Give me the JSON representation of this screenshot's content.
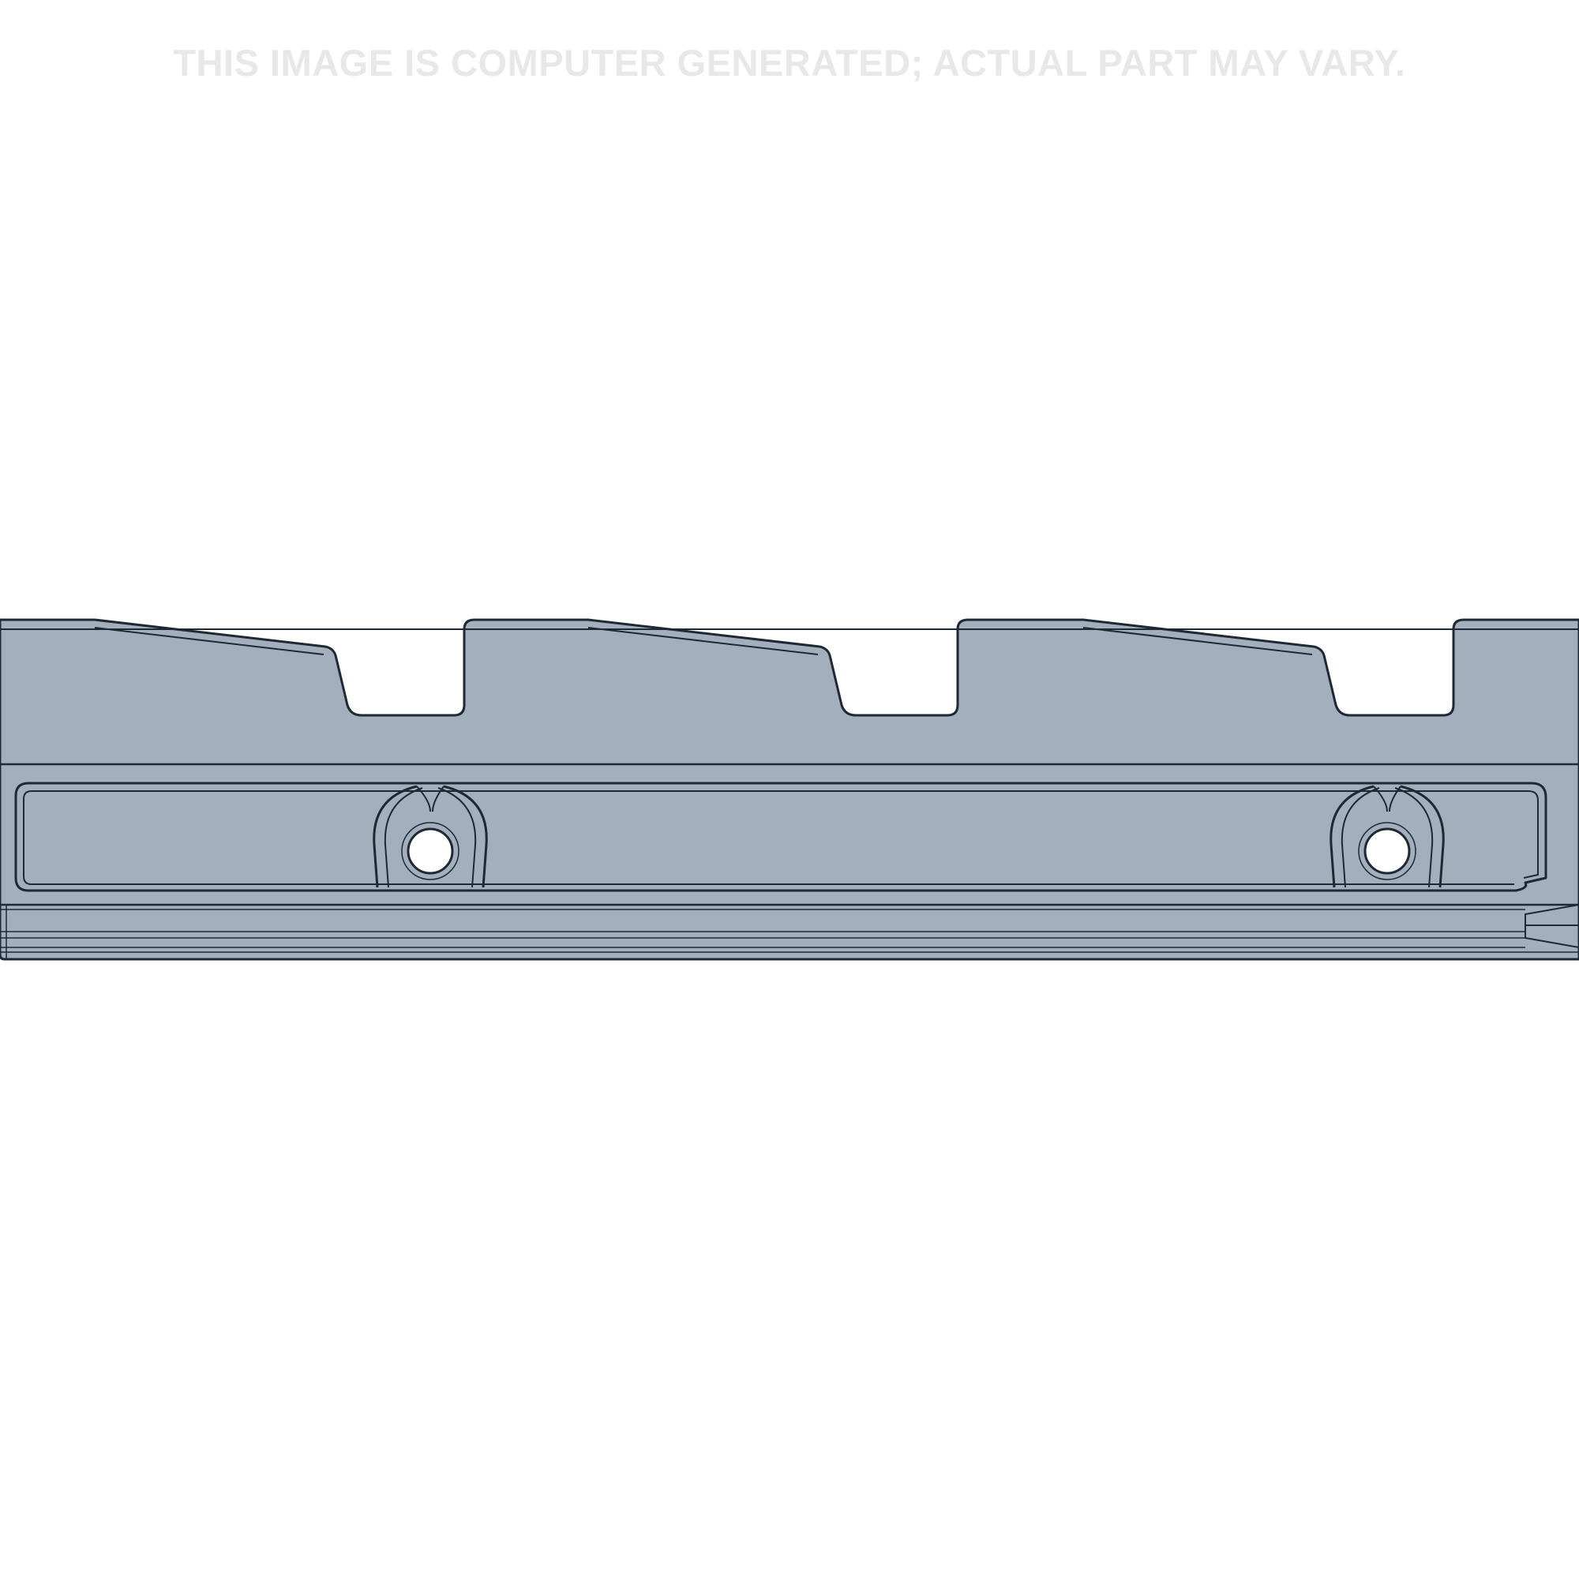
{
  "disclaimer": {
    "text": "THIS IMAGE IS COMPUTER GENERATED; ACTUAL PART MAY VARY."
  },
  "colors": {
    "background": "#ffffff",
    "part_fill": "#a4afbe",
    "part_outline": "#1f2933",
    "disclaimer_text": "#e8e8e8",
    "hole_fill": "#ffffff"
  },
  "part": {
    "icon": "machined-rail-part",
    "notch_count": 3,
    "mounting_hole_count": 2
  }
}
